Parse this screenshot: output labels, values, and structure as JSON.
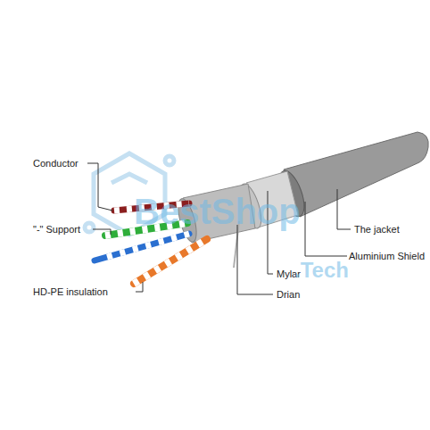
{
  "diagram": {
    "labels": [
      "Conductor",
      "\"-\" Support",
      "HD-PE insulation",
      "The jacket",
      "Aluminium Shield",
      "Mylar",
      "Drian",
      "BestShop",
      ".Tech"
    ]
  }
}
